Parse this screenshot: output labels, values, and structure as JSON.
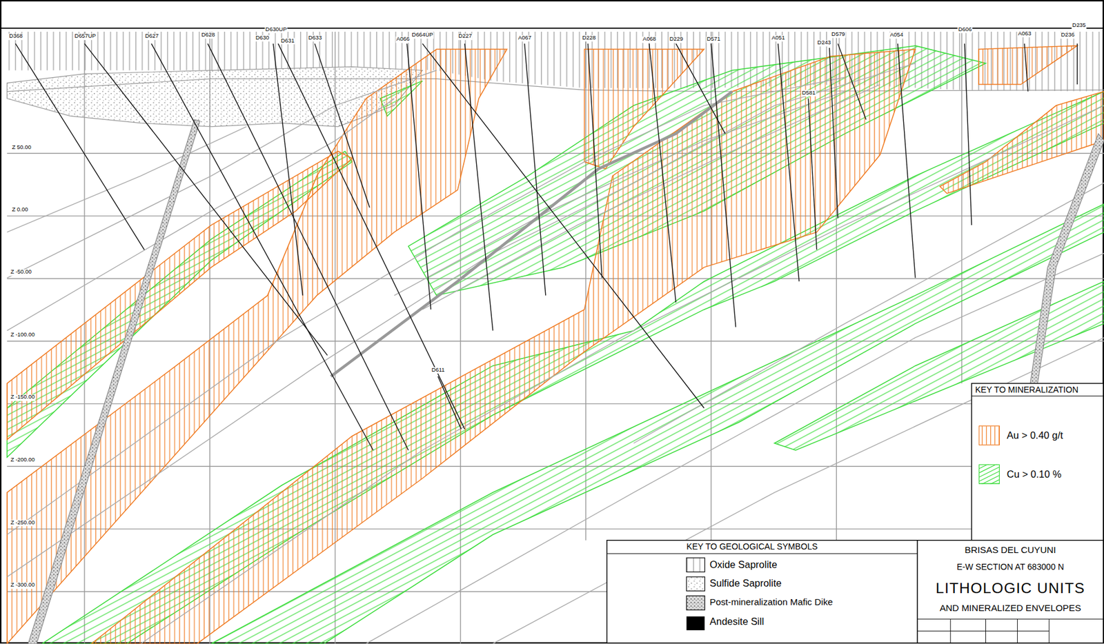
{
  "diagram": {
    "nodes": [
      {
        "text": [
          "BRISAS DEL CUYUNI",
          "E-W SECTION AT 683000 N",
          "LITHOLOGIC UNITS",
          "AND MINERALIZED ENVELOPES"
        ]
      }
    ],
    "labels": [
      "D368",
      "D657UP",
      "D627",
      "D628",
      "D630",
      "D630UP",
      "D631",
      "D633",
      "A066",
      "D664UP",
      "D227",
      "A067",
      "D228",
      "A068",
      "D229",
      "D571",
      "A051",
      "D243",
      "D579",
      "A054",
      "D606",
      "A063",
      "D235",
      "D236",
      "D581",
      "D611",
      "Z 50.00",
      "Z 0.00",
      "Z -50.00",
      "Z -100.00",
      "Z -150.00",
      "Z -200.00",
      "Z -250.00",
      "Z -300.00",
      "KEY TO MINERALIZATION",
      "KEY TO GEOLOGICAL SYMBOLS"
    ],
    "legend": [
      {
        "text": "Au > 0.40 g/t",
        "color": "#f07a20"
      },
      {
        "text": "Cu > 0.10 %",
        "color": "#3cdc3c"
      },
      {
        "text": "Oxide Saprolite"
      },
      {
        "text": "Sulfide Saprolite"
      },
      {
        "text": "Post-mineralization Mafic Dike"
      },
      {
        "text": "Andesite Sill",
        "color": "#000000"
      }
    ]
  }
}
